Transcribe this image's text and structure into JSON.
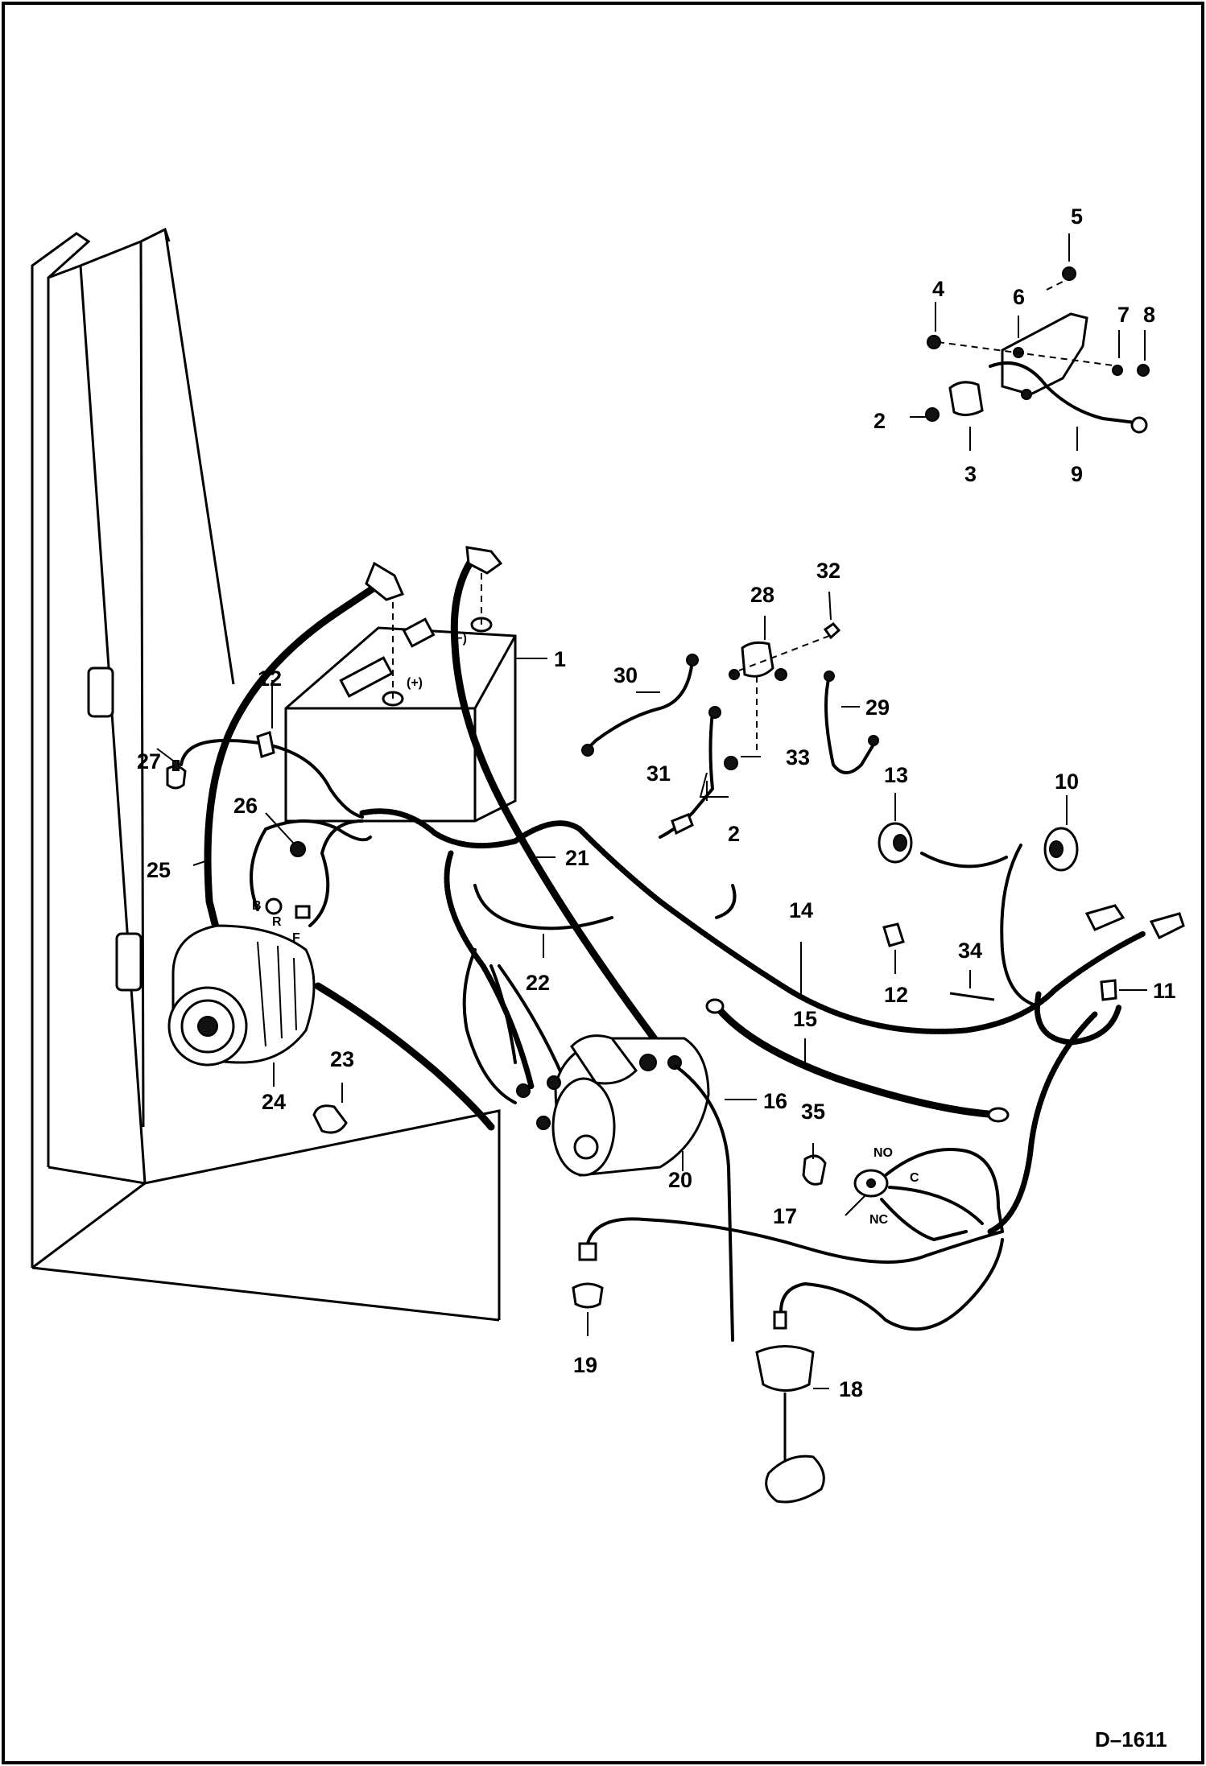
{
  "drawing_code": "D–1611",
  "terminal_marks": {
    "battery_negative": "(−)",
    "battery_positive": "(+)",
    "alt_b": "B",
    "alt_r": "R",
    "alt_f": "F",
    "switch_no": "NO",
    "switch_c": "C",
    "switch_nc": "NC"
  },
  "callouts": {
    "c1": "1",
    "c2a": "2",
    "c2b": "2",
    "c3": "3",
    "c4": "4",
    "c5": "5",
    "c6": "6",
    "c7": "7",
    "c8": "8",
    "c9": "9",
    "c10": "10",
    "c11": "11",
    "c12a": "12",
    "c12b": "12",
    "c13": "13",
    "c14": "14",
    "c15": "15",
    "c16": "16",
    "c17": "17",
    "c18": "18",
    "c19": "19",
    "c20": "20",
    "c21": "21",
    "c22": "22",
    "c23": "23",
    "c24": "24",
    "c25": "25",
    "c26": "26",
    "c27": "27",
    "c28": "28",
    "c29": "29",
    "c30": "30",
    "c31": "31",
    "c32": "32",
    "c33": "33",
    "c34": "34",
    "c35": "35"
  }
}
